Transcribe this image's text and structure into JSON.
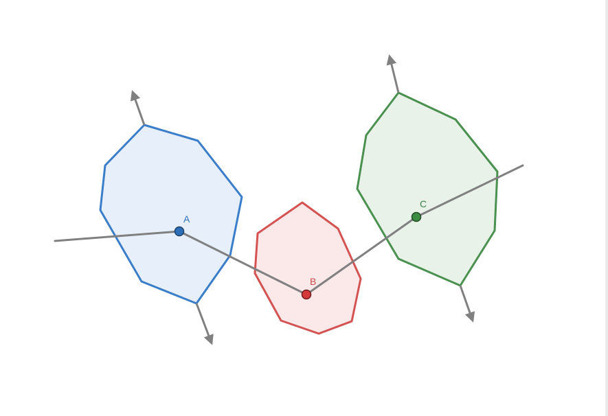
{
  "colors": {
    "polyline": "#808080",
    "arrow": "#808080",
    "blue_stroke": "#3a7dc9",
    "blue_fill": "#e7f0fa",
    "red_stroke": "#d45252",
    "red_fill": "#fbe9e9",
    "green_stroke": "#4a9150",
    "green_fill": "#e9f2e9"
  },
  "points": [
    {
      "id": "A",
      "label": "A",
      "label_color": "#2f6fb9",
      "fill": "#2f6fb9"
    },
    {
      "id": "B",
      "label": "B",
      "label_color": "#c84a4a",
      "fill": "#d43a3a"
    },
    {
      "id": "C",
      "label": "C",
      "label_color": "#3d7f44",
      "fill": "#3d8c44"
    }
  ]
}
